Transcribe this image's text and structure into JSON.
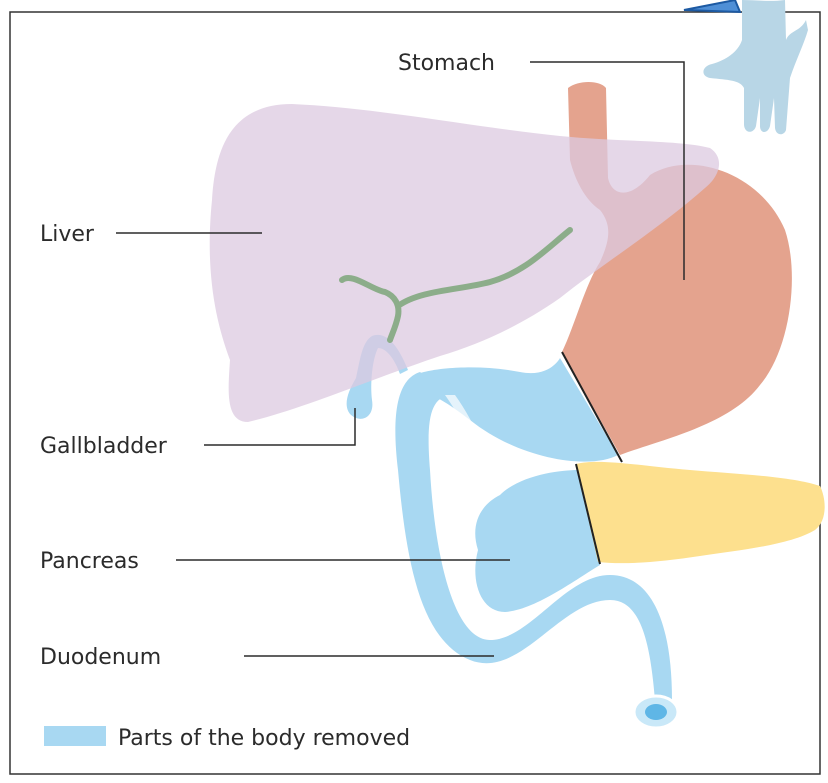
{
  "labels": {
    "stomach": "Stomach",
    "liver": "Liver",
    "gallbladder": "Gallbladder",
    "pancreas": "Pancreas",
    "duodenum": "Duodenum"
  },
  "legend": {
    "text": "Parts of the body removed",
    "swatch_color": "#a8d8f2"
  },
  "colors": {
    "liver": "#e3d3e7",
    "stomach": "#e4a38e",
    "bile_duct": "#8cad8a",
    "removed": "#a8d8f2",
    "pancreas_remaining": "#fde08e",
    "leader_lines": "#2b2b2b",
    "frame_border": "#333333"
  }
}
